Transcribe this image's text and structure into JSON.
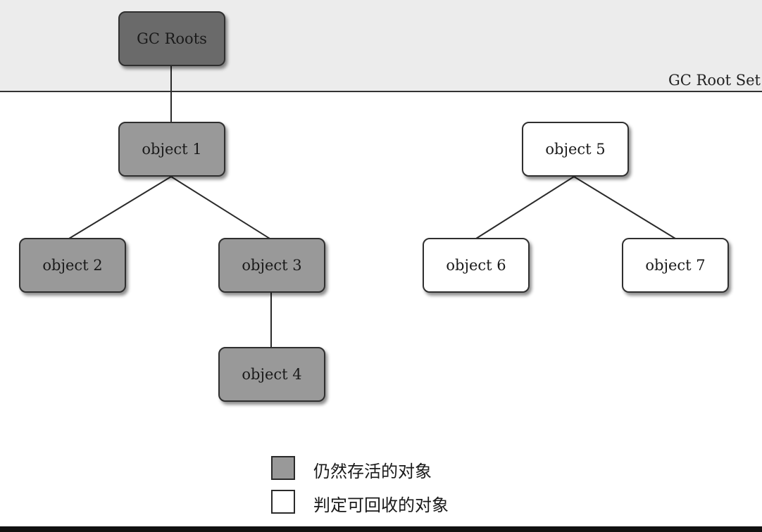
{
  "root_set_label": "GC Root Set",
  "nodes": {
    "gc_roots": {
      "label": "GC Roots",
      "status": "root"
    },
    "object1": {
      "label": "object 1",
      "status": "alive"
    },
    "object2": {
      "label": "object 2",
      "status": "alive"
    },
    "object3": {
      "label": "object 3",
      "status": "alive"
    },
    "object4": {
      "label": "object 4",
      "status": "alive"
    },
    "object5": {
      "label": "object 5",
      "status": "collectable"
    },
    "object6": {
      "label": "object 6",
      "status": "collectable"
    },
    "object7": {
      "label": "object 7",
      "status": "collectable"
    }
  },
  "edges": [
    {
      "from": "gc_roots",
      "to": "object1"
    },
    {
      "from": "object1",
      "to": "object2"
    },
    {
      "from": "object1",
      "to": "object3"
    },
    {
      "from": "object3",
      "to": "object4"
    },
    {
      "from": "object5",
      "to": "object6"
    },
    {
      "from": "object5",
      "to": "object7"
    }
  ],
  "legend": {
    "alive": {
      "label": "仍然存活的对象",
      "color": "#999999"
    },
    "collectable": {
      "label": "判定可回收的对象",
      "color": "#ffffff"
    }
  },
  "colors": {
    "root_node": "#6a6a6a",
    "alive_node": "#999999",
    "collectable_node": "#ffffff",
    "root_set_band": "#ececec"
  }
}
